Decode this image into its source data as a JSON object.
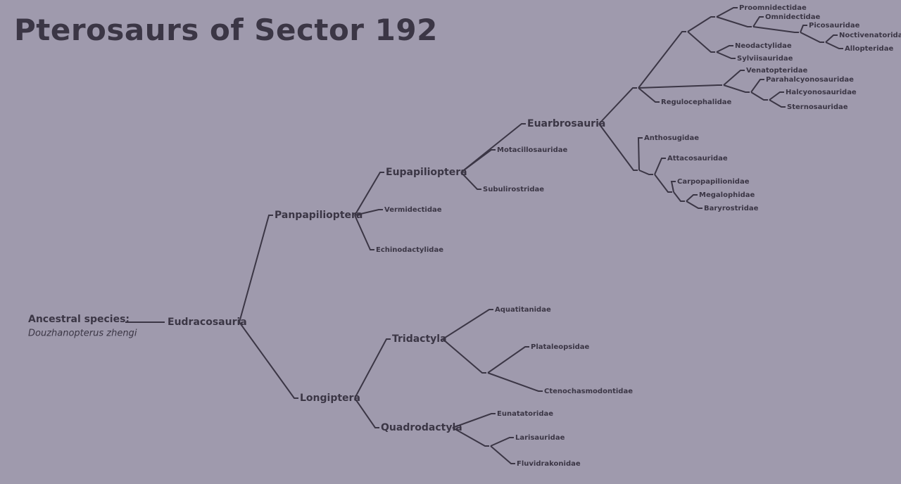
{
  "title": "Pterosaurs of Sector 192",
  "ancestor": {
    "label": "Ancestral species:",
    "species": "Douzhanopterus zhengi"
  },
  "tree": {
    "name": "Eudracosauria",
    "children": [
      {
        "name": "Panpapilioptera",
        "children": [
          {
            "name": "Eupapilioptera",
            "children": [
              {
                "name": "Euarbrosauria",
                "children": [
                  {
                    "children": [
                      {
                        "children": [
                          {
                            "children": [
                              {
                                "name": "Proomnidectidae"
                              },
                              {
                                "children": [
                                  {
                                    "name": "Omnidectidae"
                                  },
                                  {
                                    "children": [
                                      {
                                        "name": "Picosauridae"
                                      },
                                      {
                                        "children": [
                                          {
                                            "name": "Noctivenatoridae"
                                          },
                                          {
                                            "name": "Allopteridae"
                                          }
                                        ]
                                      }
                                    ]
                                  }
                                ]
                              }
                            ]
                          },
                          {
                            "children": [
                              {
                                "name": "Neodactylidae"
                              },
                              {
                                "name": "Sylviisauridae"
                              }
                            ]
                          }
                        ]
                      },
                      {
                        "children": [
                          {
                            "name": "Venatopteridae"
                          },
                          {
                            "children": [
                              {
                                "name": "Parahalcyonosauridae"
                              },
                              {
                                "children": [
                                  {
                                    "name": "Halcyonosauridae"
                                  },
                                  {
                                    "name": "Sternosauridae"
                                  }
                                ]
                              }
                            ]
                          }
                        ]
                      },
                      {
                        "name": "Regulocephalidae"
                      }
                    ]
                  },
                  {
                    "children": [
                      {
                        "name": "Anthosugidae"
                      },
                      {
                        "children": [
                          {
                            "name": "Attacosauridae"
                          },
                          {
                            "children": [
                              {
                                "name": "Carpopapilionidae"
                              },
                              {
                                "children": [
                                  {
                                    "name": "Megalophidae"
                                  },
                                  {
                                    "name": "Baryrostridae"
                                  }
                                ]
                              }
                            ]
                          }
                        ]
                      }
                    ]
                  }
                ]
              },
              {
                "name": "Motacillosauridae"
              },
              {
                "name": "Subulirostridae"
              }
            ]
          },
          {
            "name": "Vermidectidae"
          },
          {
            "name": "Echinodactylidae"
          }
        ]
      },
      {
        "name": "Longiptera",
        "children": [
          {
            "name": "Tridactyla",
            "children": [
              {
                "name": "Aquatitanidae"
              },
              {
                "children": [
                  {
                    "name": "Plataleopsidae"
                  },
                  {
                    "name": "Ctenochasmodontidae"
                  }
                ]
              }
            ]
          },
          {
            "name": "Quadrodactyla",
            "children": [
              {
                "name": "Eunatatoridae"
              },
              {
                "children": [
                  {
                    "name": "Larisauridae"
                  },
                  {
                    "name": "Fluvidrakonidae"
                  }
                ]
              }
            ]
          }
        ]
      }
    ]
  }
}
